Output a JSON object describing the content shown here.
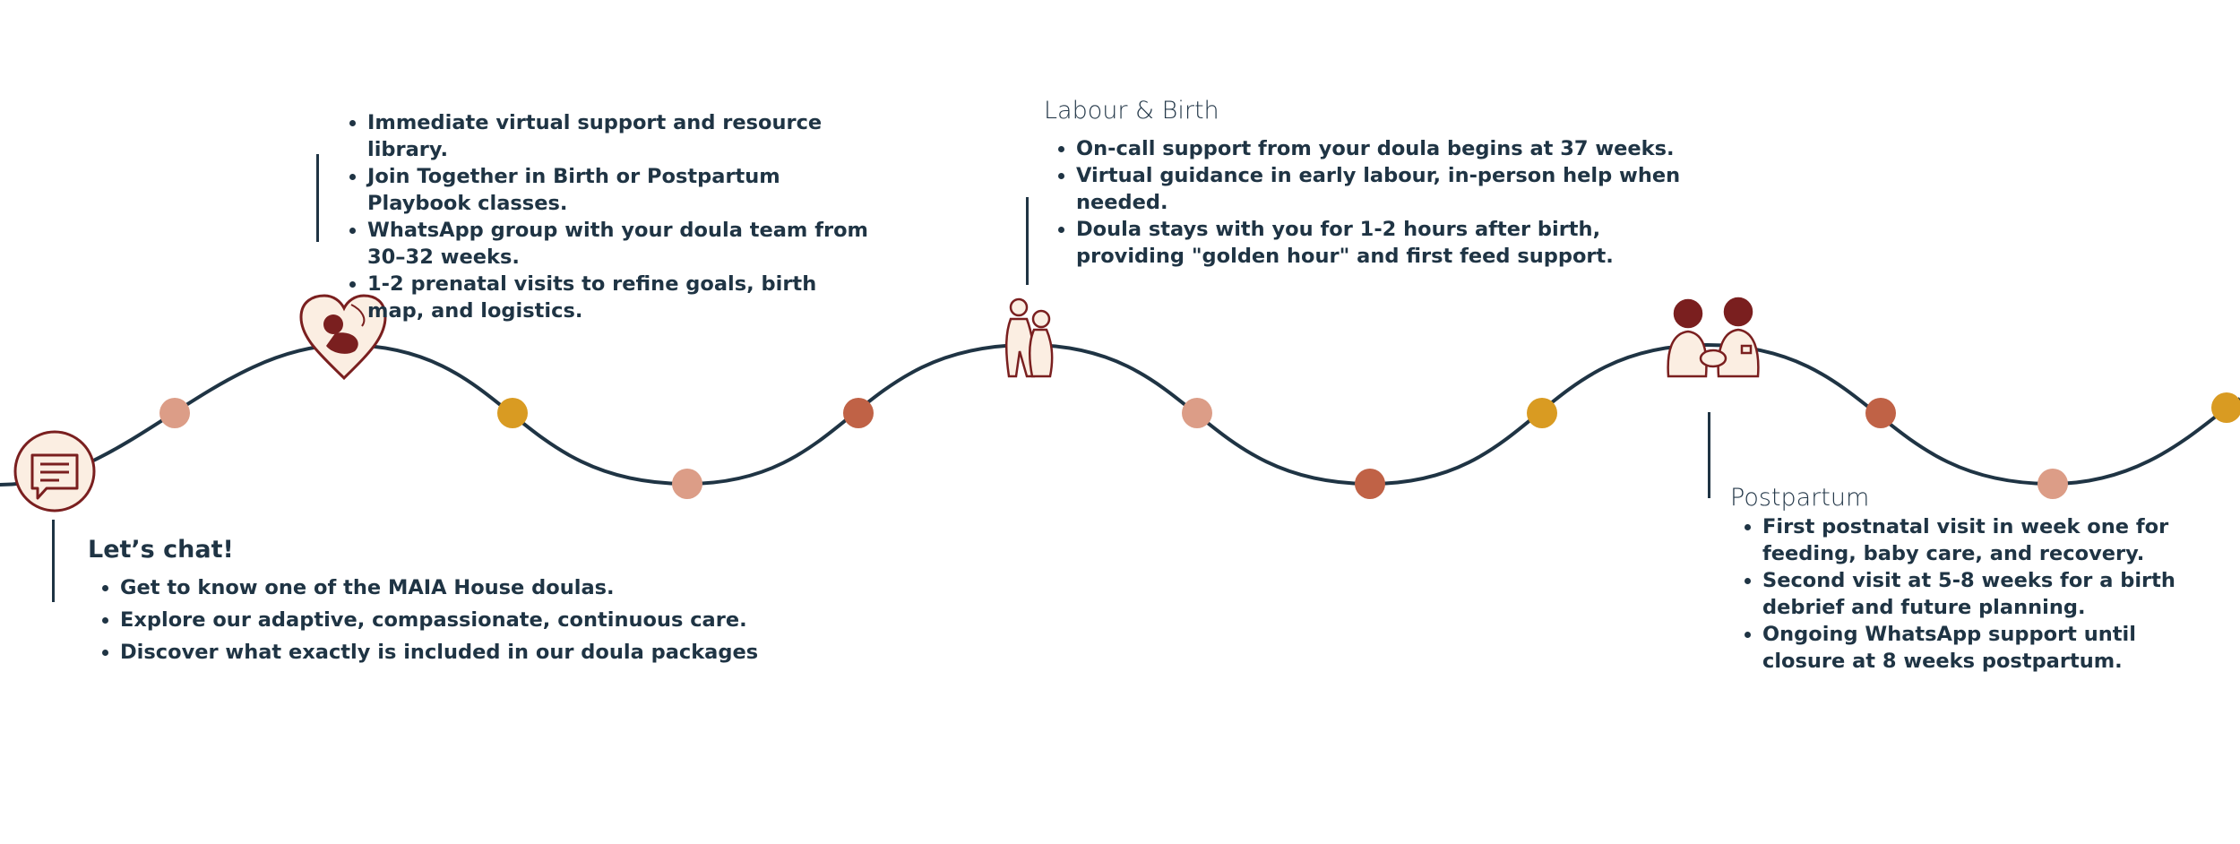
{
  "colors": {
    "line": "#1f3444",
    "dot_pink": "#dc9d87",
    "dot_gold": "#d99b22",
    "dot_rust": "#c06246",
    "icon_stroke": "#7a1f1f",
    "icon_fill": "#fbeee2"
  },
  "icons": [
    "chat-icon",
    "pregnancy-heart-icon",
    "labour-support-icon",
    "postpartum-care-icon"
  ],
  "stages": {
    "chat": {
      "title": "Let’s chat!",
      "bullets": [
        "Get to know one of the MAIA House doulas.",
        "Explore our adaptive, compassionate, continuous care.",
        "Discover what exactly is included in our doula packages"
      ]
    },
    "prenatal": {
      "bullets": [
        "Immediate virtual support and resource library.",
        "Join Together in Birth or Postpartum Playbook classes.",
        "WhatsApp group with your doula team from 30–32 weeks.",
        "1-2 prenatal visits to refine goals, birth map, and logistics."
      ]
    },
    "labour": {
      "title": "Labour & Birth",
      "bullets": [
        "On-call support from your doula begins at 37 weeks.",
        "Virtual guidance in early labour, in-person help when needed.",
        "Doula stays with you for 1-2 hours after birth, providing \"golden hour\" and first feed support."
      ]
    },
    "postpartum": {
      "title": "Postpartum",
      "bullets": [
        "First postnatal visit in week one for feeding, baby care, and recovery.",
        "Second visit at 5-8 weeks for a birth debrief and future planning.",
        "Ongoing WhatsApp support until closure at 8 weeks postpartum."
      ]
    }
  }
}
